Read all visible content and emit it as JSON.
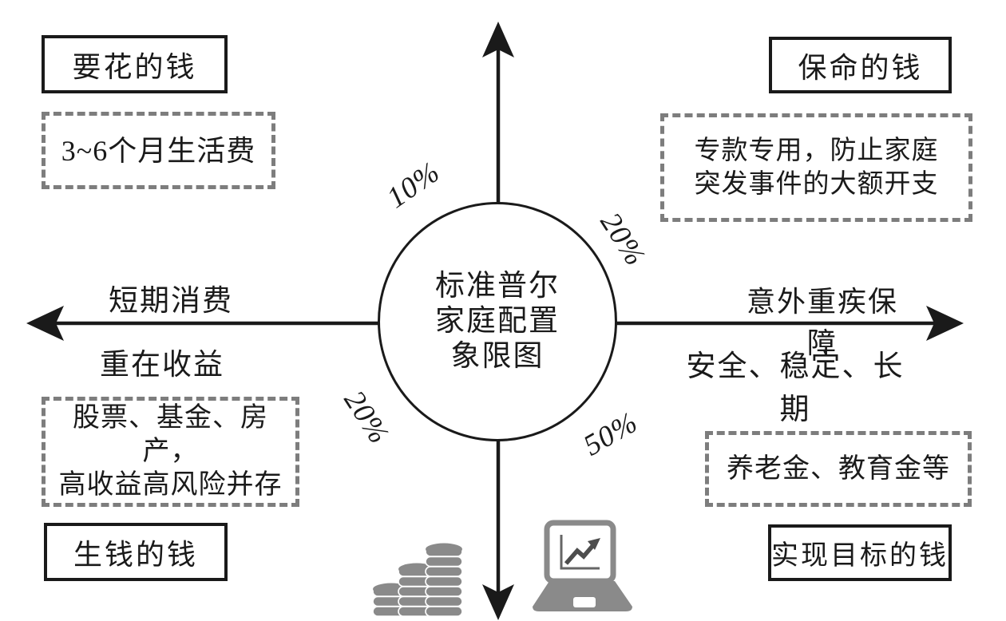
{
  "diagram": {
    "title": "标准普尔家庭配置象限图",
    "center_circle": {
      "line1": "标准普尔",
      "line2": "家庭配置",
      "line3": "象限图"
    },
    "quadrants": {
      "top_left": {
        "label": "要花的钱",
        "detail": "3~6个月生活费",
        "percent": "10%"
      },
      "top_right": {
        "label": "保命的钱",
        "detail_line1": "专款专用，防止家庭",
        "detail_line2": "突发事件的大额开支",
        "percent": "20%"
      },
      "bottom_left": {
        "label": "生钱的钱",
        "detail_line1": "股票、基金、房产，",
        "detail_line2": "高收益高风险并存",
        "percent": "20%"
      },
      "bottom_right": {
        "label": "实现目标的钱",
        "detail": "养老金、教育金等",
        "percent": "50%"
      }
    },
    "axis": {
      "left_top": "短期消费",
      "left_bottom": "重在收益",
      "right_top": "意外重疾保障",
      "right_bottom": "安全、稳定、长期"
    },
    "icons": {
      "coins": "coin-stacks-icon",
      "laptop": "laptop-growth-chart-icon"
    },
    "colors": {
      "ink": "#1a1a1a",
      "dash_gray": "#7d7d7d",
      "icon_gray": "#8a8a8a",
      "chart_arrow": "#4d4d4d"
    }
  }
}
